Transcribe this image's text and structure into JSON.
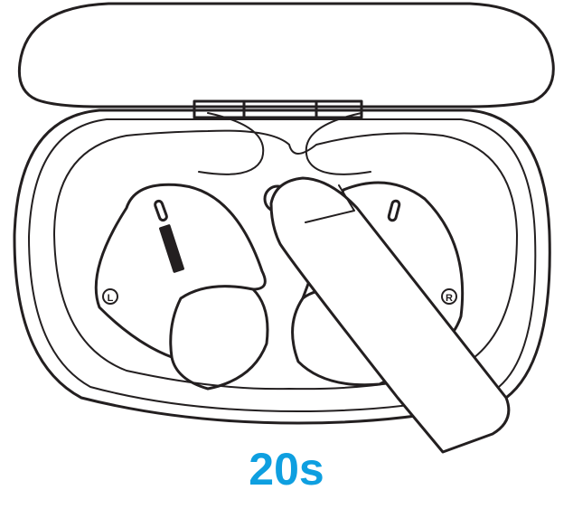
{
  "illustration": {
    "subject": "earbuds-in-charging-case-finger-press",
    "earbud_left_mark": "L",
    "earbud_right_mark": "R",
    "line_color": "#231f20"
  },
  "caption": {
    "duration": "20s",
    "color": "#0e9fe0"
  }
}
